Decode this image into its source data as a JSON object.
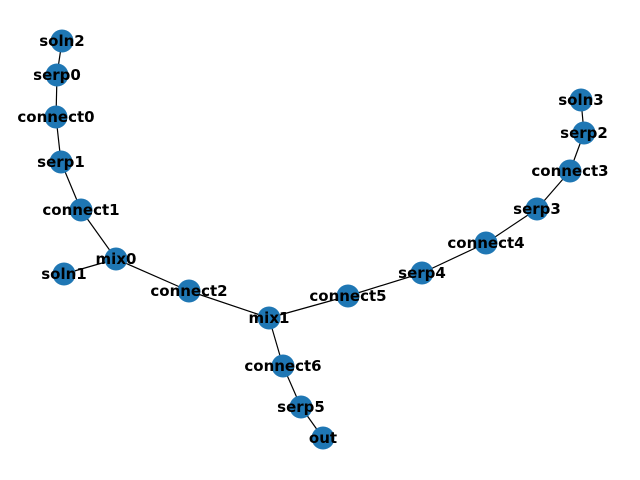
{
  "graph": {
    "node_color": "#1f77b4",
    "edge_color": "#000000",
    "label_color": "#000000",
    "nodes": [
      {
        "id": "soln2",
        "label": "soln2"
      },
      {
        "id": "serp0",
        "label": "serp0"
      },
      {
        "id": "connect0",
        "label": "connect0"
      },
      {
        "id": "serp1",
        "label": "serp1"
      },
      {
        "id": "connect1",
        "label": "connect1"
      },
      {
        "id": "mix0",
        "label": "mix0"
      },
      {
        "id": "soln1",
        "label": "soln1"
      },
      {
        "id": "connect2",
        "label": "connect2"
      },
      {
        "id": "mix1",
        "label": "mix1"
      },
      {
        "id": "connect5",
        "label": "connect5"
      },
      {
        "id": "serp4",
        "label": "serp4"
      },
      {
        "id": "connect4",
        "label": "connect4"
      },
      {
        "id": "serp3",
        "label": "serp3"
      },
      {
        "id": "connect3",
        "label": "connect3"
      },
      {
        "id": "serp2",
        "label": "serp2"
      },
      {
        "id": "soln3",
        "label": "soln3"
      },
      {
        "id": "connect6",
        "label": "connect6"
      },
      {
        "id": "serp5",
        "label": "serp5"
      },
      {
        "id": "out",
        "label": "out"
      }
    ],
    "edges": [
      [
        "soln2",
        "serp0"
      ],
      [
        "serp0",
        "connect0"
      ],
      [
        "connect0",
        "serp1"
      ],
      [
        "serp1",
        "connect1"
      ],
      [
        "connect1",
        "mix0"
      ],
      [
        "soln1",
        "mix0"
      ],
      [
        "mix0",
        "connect2"
      ],
      [
        "connect2",
        "mix1"
      ],
      [
        "mix1",
        "connect5"
      ],
      [
        "connect5",
        "serp4"
      ],
      [
        "serp4",
        "connect4"
      ],
      [
        "connect4",
        "serp3"
      ],
      [
        "serp3",
        "connect3"
      ],
      [
        "connect3",
        "serp2"
      ],
      [
        "serp2",
        "soln3"
      ],
      [
        "mix1",
        "connect6"
      ],
      [
        "connect6",
        "serp5"
      ],
      [
        "serp5",
        "out"
      ]
    ]
  }
}
